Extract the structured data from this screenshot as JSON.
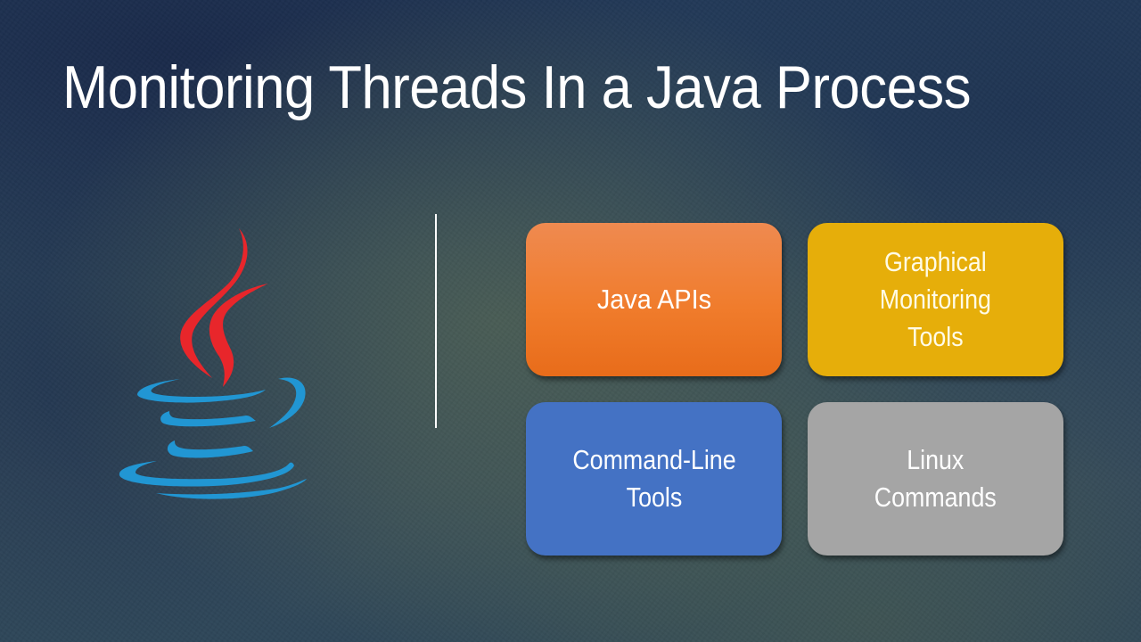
{
  "slide": {
    "title": "Monitoring Threads In a Java Process",
    "logo": {
      "icon": "java-coffee-cup-logo",
      "flame_color": "#e8262b",
      "cup_color": "#2196d3"
    },
    "divider_color": "#ffffff",
    "cards": [
      {
        "label": "Java APIs",
        "color": "#f07c2c"
      },
      {
        "label": "Graphical Monitoring Tools",
        "lines": [
          "Graphical",
          "Monitoring",
          "Tools"
        ],
        "color": "#e6ae0a"
      },
      {
        "label": "Command-Line Tools",
        "lines": [
          "Command-Line",
          "Tools"
        ],
        "color": "#4472c4"
      },
      {
        "label": "Linux Commands",
        "lines": [
          "Linux",
          "Commands"
        ],
        "color": "#a5a5a5"
      }
    ]
  }
}
